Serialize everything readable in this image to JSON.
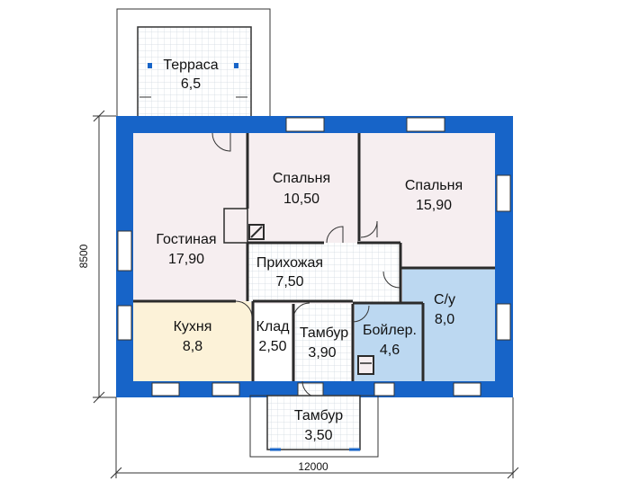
{
  "plan": {
    "rooms": [
      {
        "name": "Терраса",
        "area": "6,5"
      },
      {
        "name": "Гостиная",
        "area": "17,90"
      },
      {
        "name": "Спальня",
        "area": "10,50"
      },
      {
        "name": "Спальня",
        "area": "15,90"
      },
      {
        "name": "Прихожая",
        "area": "7,50"
      },
      {
        "name": "Кухня",
        "area": "8,8"
      },
      {
        "name": "Клад",
        "area": "2,50"
      },
      {
        "name": "Тамбур",
        "area": "3,90"
      },
      {
        "name": "Бойлер.",
        "area": "4,6"
      },
      {
        "name": "С/у",
        "area": "8,0"
      },
      {
        "name": "Тамбур",
        "area": "3,50"
      }
    ],
    "dimensions": {
      "width": "12000",
      "height": "8500"
    },
    "colors": {
      "wall": "#1764c8",
      "wall_inner": "#2a2a2a",
      "kitchen_fill": "#fcf2d8",
      "bath_fill": "#bcd8f1",
      "room_fill": "#f6eef0",
      "grid_fill": "#ffffff",
      "grid_line": "#c6d2dc"
    }
  }
}
